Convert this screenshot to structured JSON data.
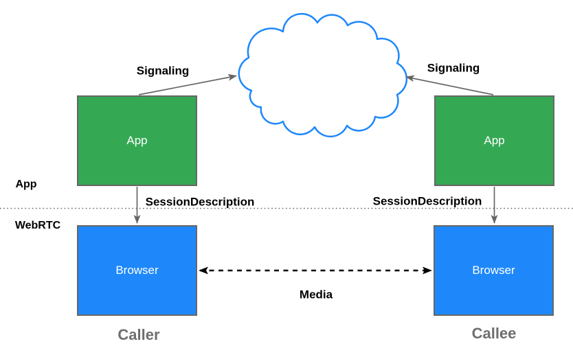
{
  "diagram": {
    "section_labels": {
      "app": "App",
      "webrtc": "WebRTC"
    },
    "nodes": {
      "caller_app": "App",
      "callee_app": "App",
      "caller_browser": "Browser",
      "callee_browser": "Browser"
    },
    "edge_labels": {
      "signaling_left": "Signaling",
      "signaling_right": "Signaling",
      "session_description_left": "SessionDescription",
      "session_description_right": "SessionDescription",
      "media": "Media"
    },
    "captions": {
      "caller": "Caller",
      "callee": "Callee"
    },
    "colors": {
      "app_box_fill": "#35a854",
      "browser_box_fill": "#1e88fb",
      "box_border": "#666666",
      "cloud_stroke": "#1e88fb",
      "connector_gray": "#666666",
      "media_arrow": "#000000",
      "caption_text": "#6e6e6e"
    }
  }
}
